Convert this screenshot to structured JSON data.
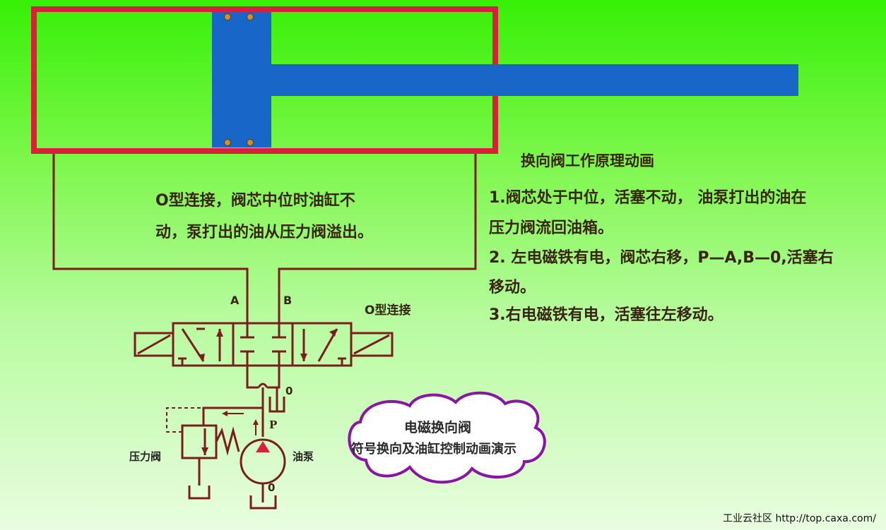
{
  "panel": {
    "title": "换向阀工作原理动画",
    "step1_line1": "1.阀芯处于中位，活塞不动， 油泵打出的油在",
    "step1_line2": "压力阀流回油箱。",
    "step2_line1": "2. 左电磁铁有电，阀芯右移，P—A,B—0,活塞右",
    "step2_line2": "移动。",
    "step3": "3.右电磁铁有电，活塞往左移动。"
  },
  "note": {
    "line1": "O型连接，阀芯中位时油缸不",
    "line2": "动，泵打出的油从压力阀溢出。"
  },
  "labels": {
    "o_type": "O型连接",
    "port_a": "A",
    "port_b": "B",
    "tank_top": "0",
    "port_p": "P",
    "tank_bottom": "0",
    "relief_valve": "压力阀",
    "pump": "油泵"
  },
  "cloud": {
    "line1": "电磁换向阀",
    "line2": "符号换向及油缸控制动画演示"
  },
  "watermark": "工业云社区 http://top.caxa.com/",
  "colors": {
    "cylinder_frame": "#d8203a",
    "piston": "#1766c8",
    "seal": "#c9922e",
    "line": "#7a1d1d",
    "cloud_border": "#8a14a6"
  }
}
